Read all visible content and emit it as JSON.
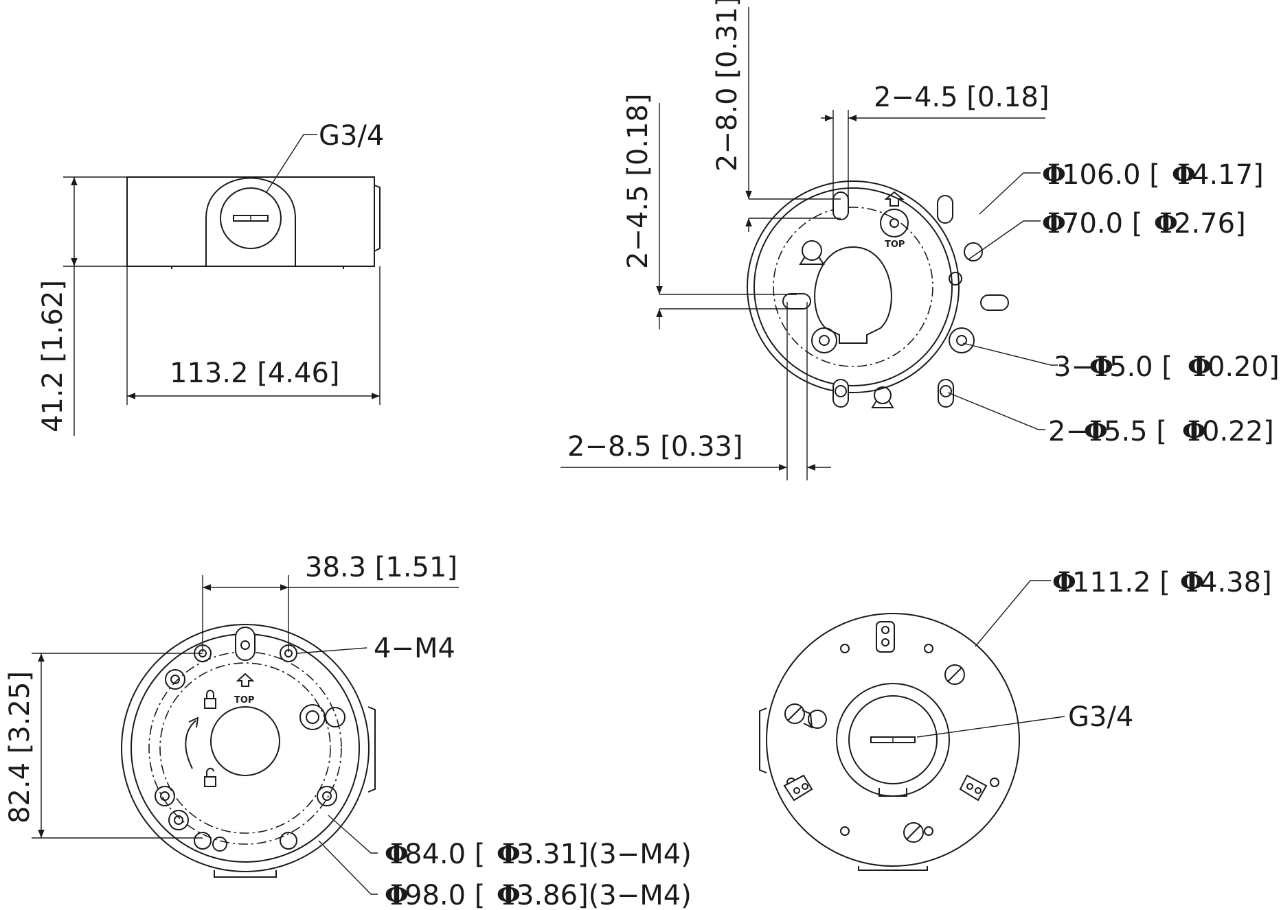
{
  "side_view": {
    "thread_label": "G3/4",
    "width_dim": "113.2 [4.46]",
    "height_dim": "41.2 [1.62]"
  },
  "top_view": {
    "dim_2_45_top": "2−4.5 [0.18]",
    "dim_2_80": "2−8.0 [0.31]",
    "dim_2_45_left": "2−4.5 [0.18]",
    "dim_2_85": "2−8.5 [0.33]",
    "phi_symbol": "Φ",
    "dia_106": "106.0 [",
    "dia_106_b": "4.17]",
    "dia_70": "70.0 [",
    "dia_70_b": "2.76]",
    "holes_3_prefix": "3−",
    "holes_3": "5.0 [",
    "holes_3_b": "0.20]",
    "holes_2_prefix": "2−",
    "holes_2": "5.5 [",
    "holes_2_b": "0.22]",
    "top_marker": "TOP"
  },
  "bottom_left_view": {
    "dim_383": "38.3 [1.51]",
    "m4_label": "4−M4",
    "height_dim": "82.4 [3.25]",
    "dia_84": "84.0 [",
    "dia_84_b": "3.31](3−M4)",
    "dia_98": "98.0 [",
    "dia_98_b": "3.86](3−M4)",
    "top_marker": "TOP"
  },
  "bottom_right_view": {
    "dia_1112": "111.2 [",
    "dia_1112_b": "4.38]",
    "thread_label": "G3/4"
  }
}
